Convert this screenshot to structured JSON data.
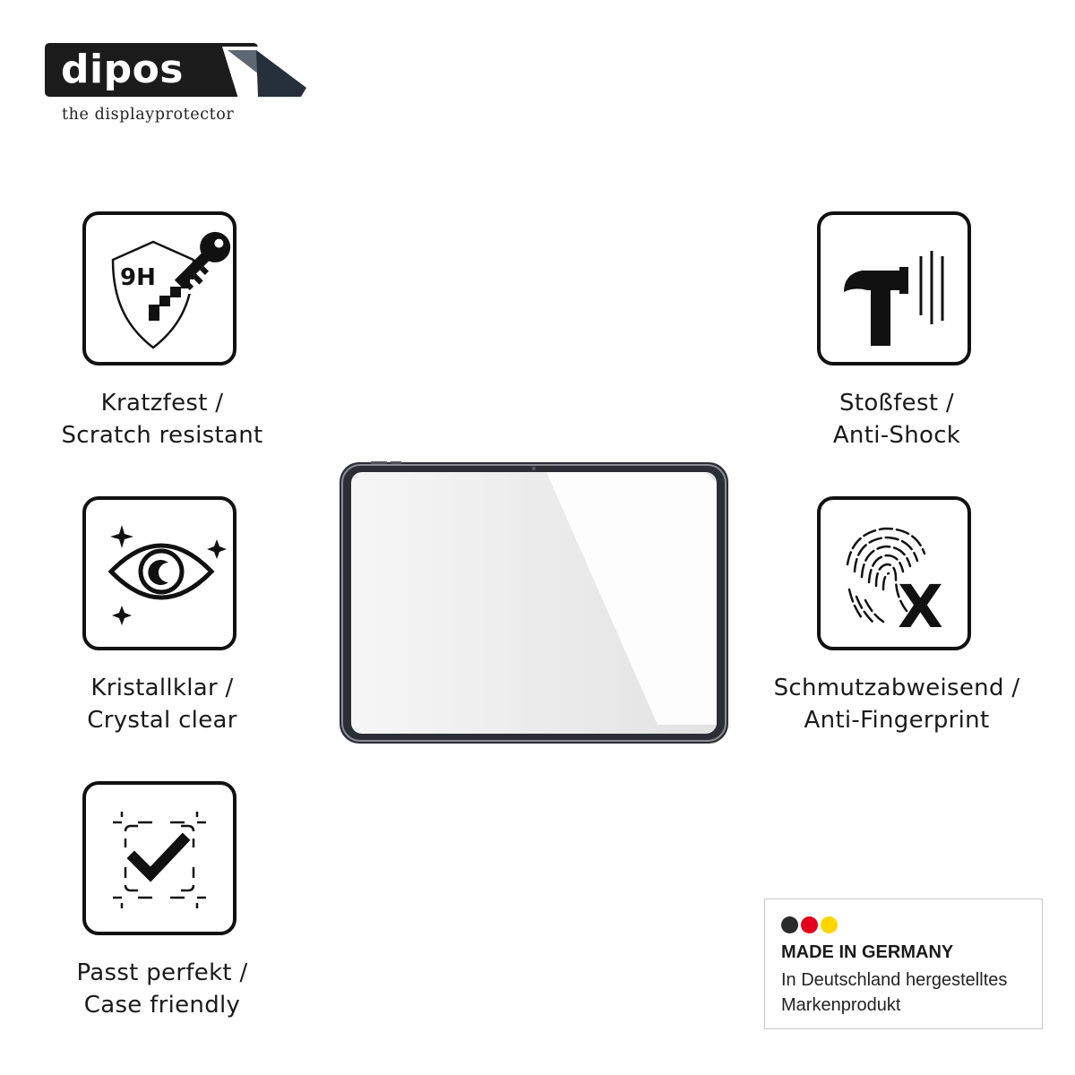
{
  "brand": {
    "name": "dipos",
    "tagline": "the displayprotector"
  },
  "features": [
    {
      "icon": "shield-9h-key-icon",
      "badge": "9H",
      "line1": "Kratzfest /",
      "line2": "Scratch resistant"
    },
    {
      "icon": "eye-sparkle-icon",
      "line1": "Kristallklar /",
      "line2": "Crystal clear"
    },
    {
      "icon": "checkmark-frame-icon",
      "line1": "Passt perfekt /",
      "line2": "Case friendly"
    },
    {
      "icon": "hammer-glass-icon",
      "line1": "Stoßfest /",
      "line2": "Anti-Shock"
    },
    {
      "icon": "fingerprint-x-icon",
      "line1": "Schmutzabweisend /",
      "line2": "Anti-Fingerprint"
    }
  ],
  "made_in": {
    "title": "MADE IN GERMANY",
    "line1": "In Deutschland hergestelltes",
    "line2": "Markenprodukt",
    "flag_colors": [
      "#2b2b2b",
      "#e3001b",
      "#ffd600"
    ]
  },
  "colors": {
    "ink": "#111111",
    "tablet_frame": "#2c2d35"
  }
}
